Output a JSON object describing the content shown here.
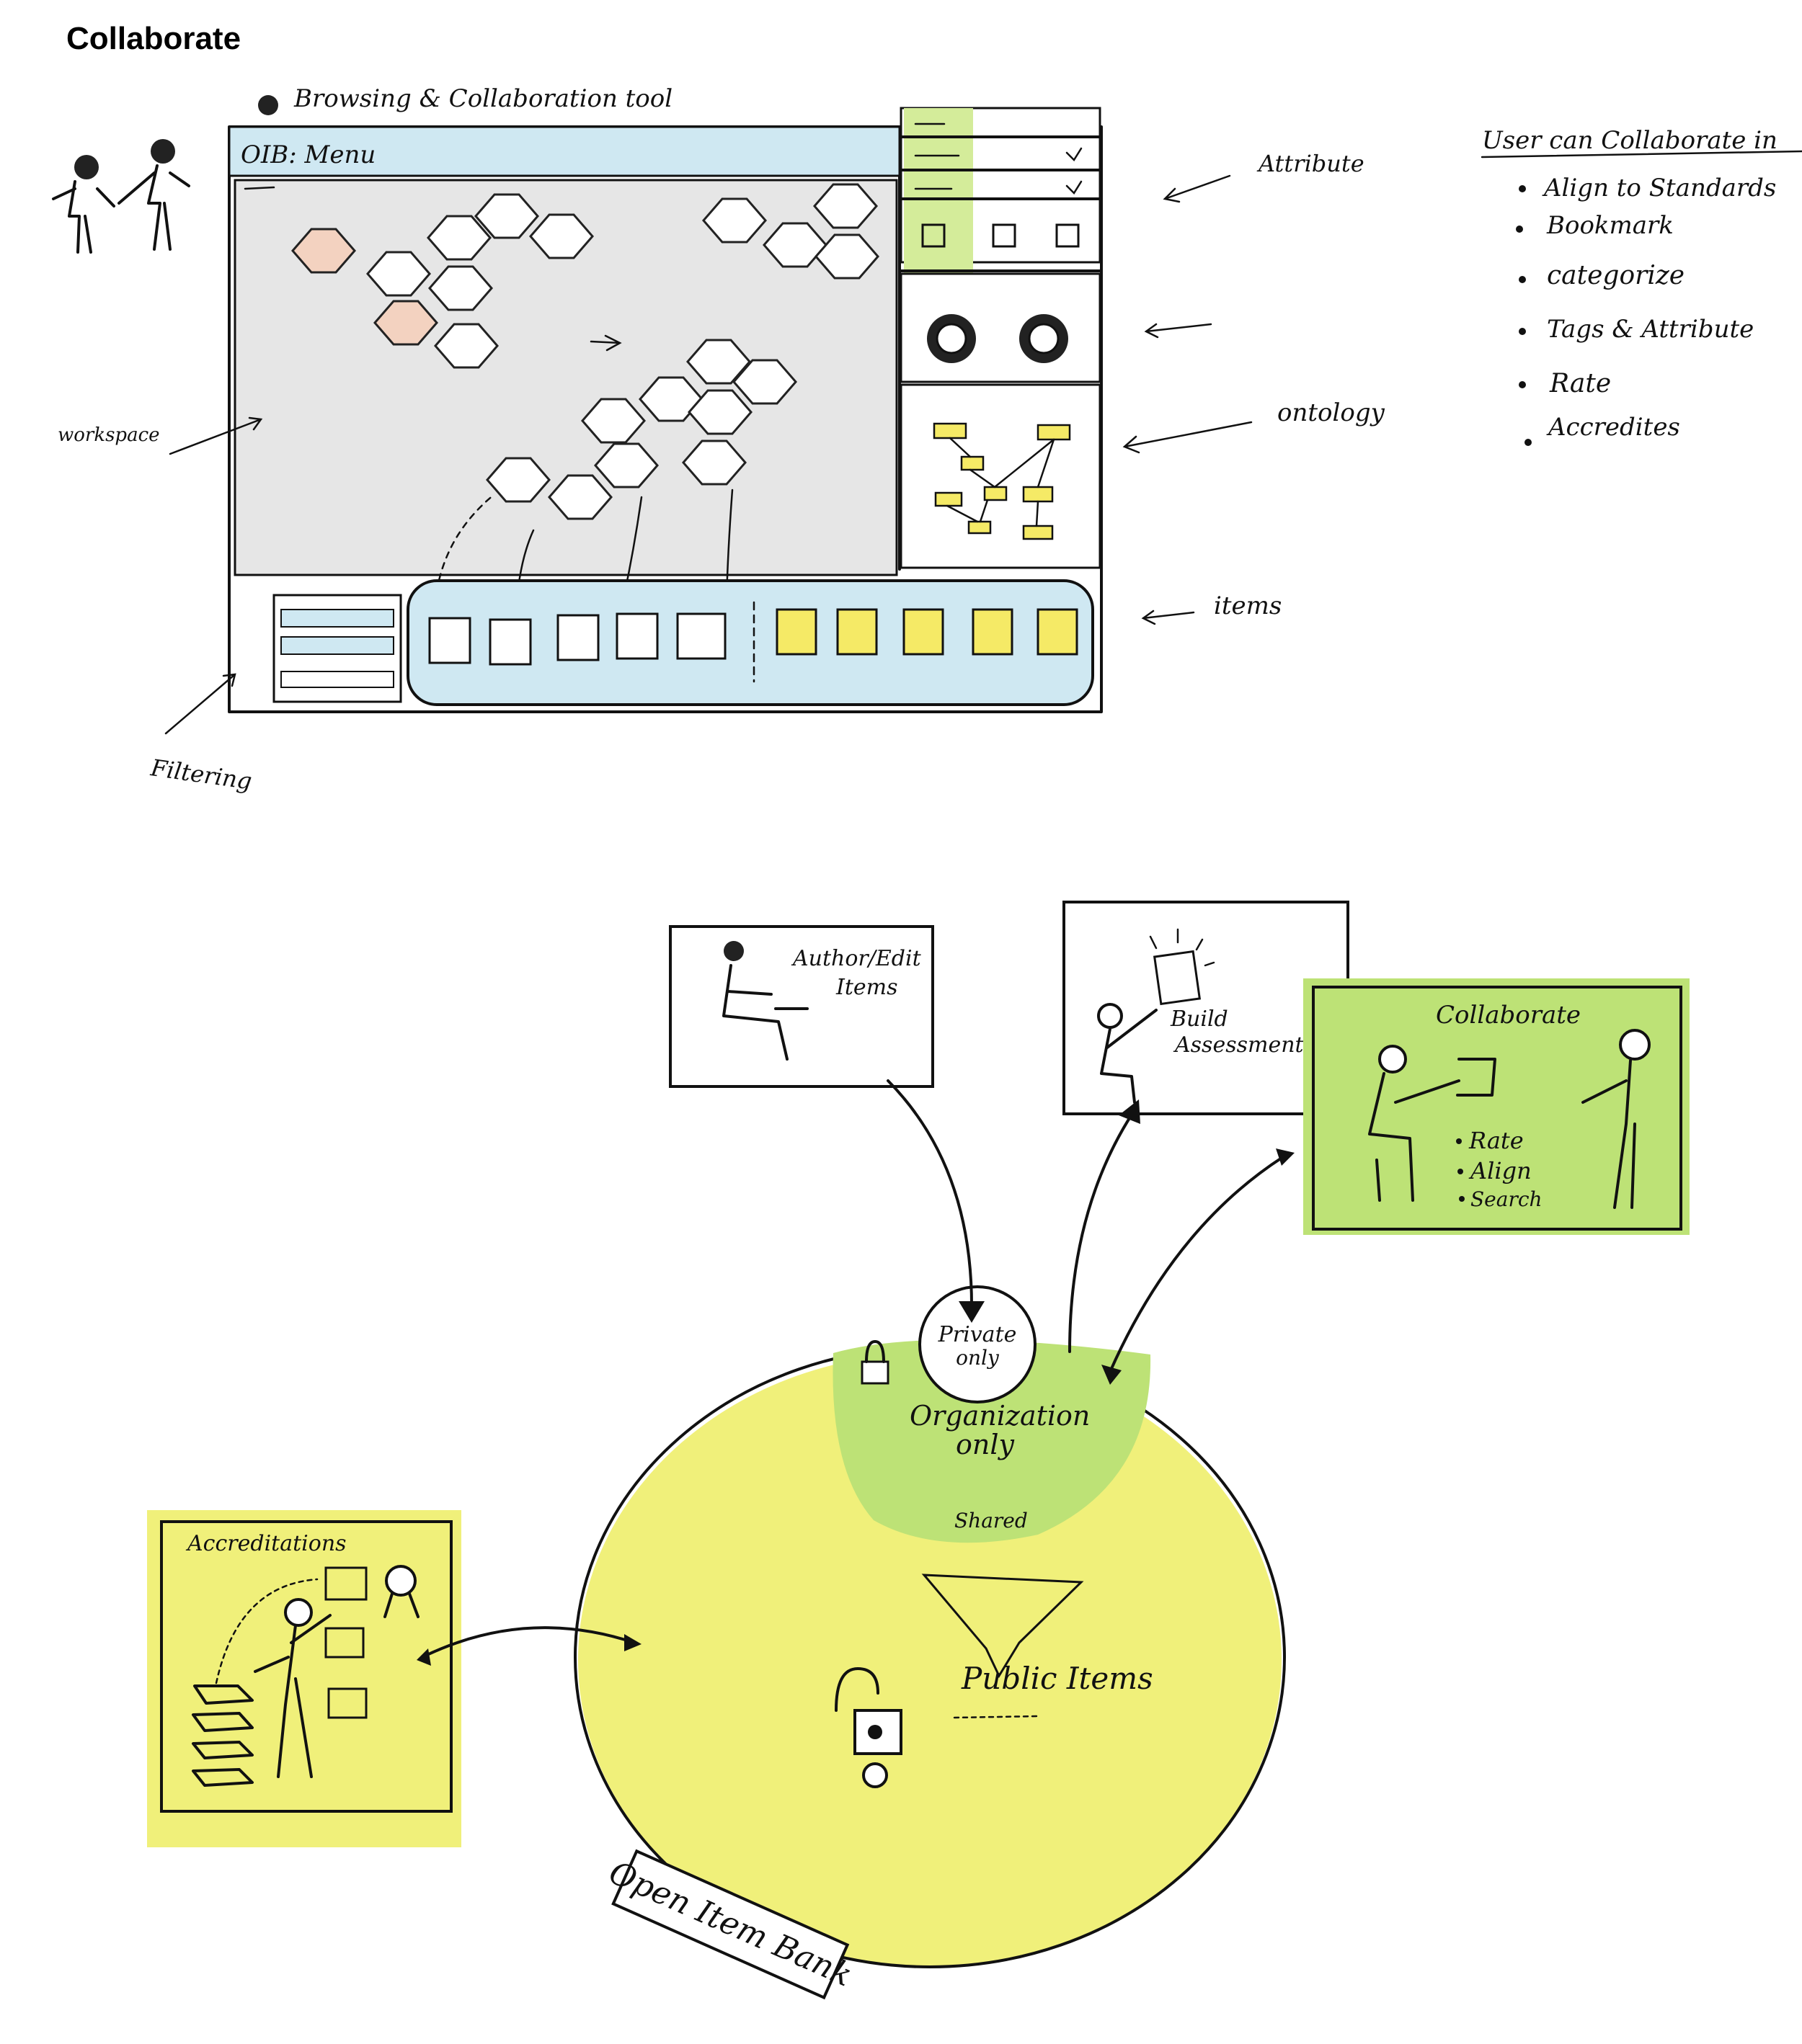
{
  "page_title": "Collaborate",
  "colors": {
    "yellow": "#f0f07a",
    "green": "#bde276",
    "blue": "#bfe3f3",
    "orange": "#f2c09e",
    "sketch_grey": "#e6e6e6"
  },
  "top_sketch": {
    "caption": "Browsing & Collaboration tool",
    "window_title": "OIB: Menu",
    "labels": {
      "attribute": "Attribute",
      "ontology": "ontology",
      "workspace": "workspace",
      "items": "items",
      "filtering": "Filtering"
    },
    "collab_heading": "User can Collaborate in",
    "collab_list": [
      "Align to Standards",
      "Bookmark",
      "categorize",
      "Tags & Attribute",
      "Rate",
      "Accredites"
    ]
  },
  "bottom_diagram": {
    "author_box": "Author/Edit Items",
    "build_box": "Build Assessments",
    "collaborate_box": {
      "title": "Collaborate",
      "items": [
        "Rate",
        "Align",
        "Search"
      ]
    },
    "accreditations_box": "Accreditations",
    "private_label": "Private only",
    "organization_label": "Organization only",
    "shared_label": "Shared",
    "public_label": "Public Items",
    "bank_label": "Open Item Bank"
  }
}
